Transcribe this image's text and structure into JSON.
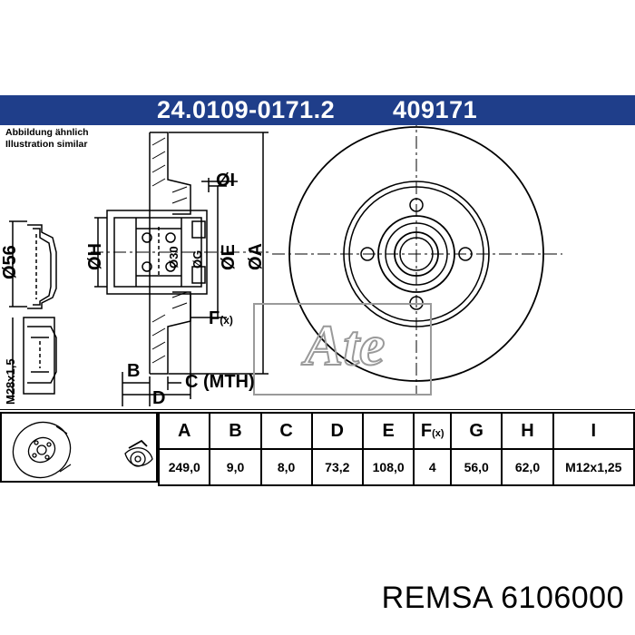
{
  "header": {
    "part_number": "24.0109-0171.2",
    "ref_number": "409171"
  },
  "notes": [
    "Abbildung ähnlich",
    "Illustration similar"
  ],
  "labels": {
    "dim_56": "Ø56",
    "thread": "M28x1,5",
    "h": "ØH",
    "g30": "Ø30",
    "g": "ØG",
    "e": "ØE",
    "a": "ØA",
    "i": "ØI",
    "f": "F",
    "f_sub": "(x)",
    "b": "B",
    "c": "C (MTH)",
    "d": "D",
    "brand_watermark": "Ate"
  },
  "table": {
    "columns": [
      "A",
      "B",
      "C",
      "D",
      "E",
      "F",
      "G",
      "H",
      "I"
    ],
    "f_sub": "(x)",
    "values": [
      "249,0",
      "9,0",
      "8,0",
      "73,2",
      "108,0",
      "4",
      "56,0",
      "62,0",
      "M12x1,25"
    ]
  },
  "footer": {
    "text": "REMSA 6106000"
  },
  "colors": {
    "banner_bg": "#1f3e8a",
    "banner_text": "#ffffff",
    "line": "#000000"
  }
}
